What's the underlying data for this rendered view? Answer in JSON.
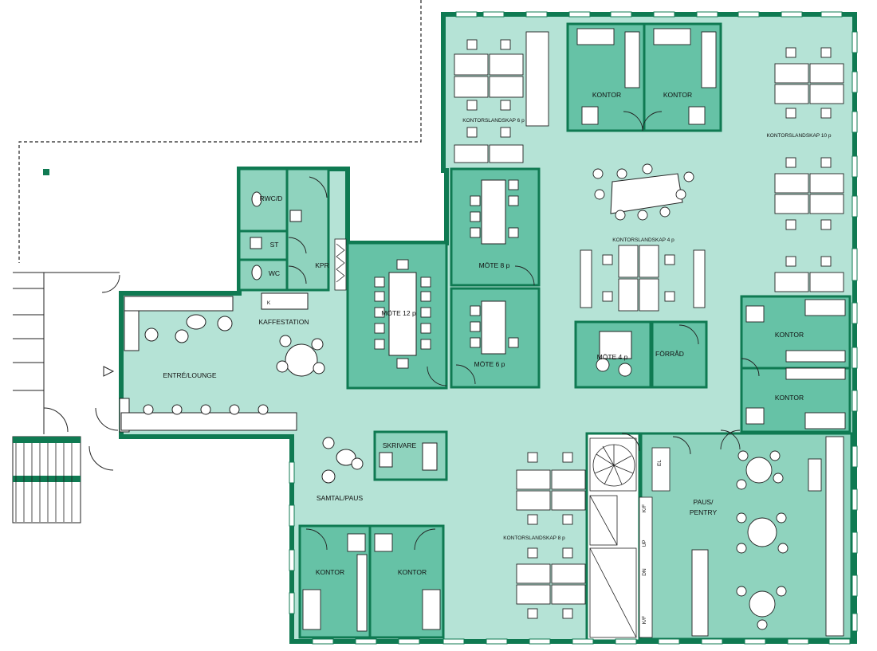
{
  "colors": {
    "floor": "#b5e3d6",
    "room_dark": "#66c2a6",
    "room_mid": "#8fd3be",
    "wall": "#0f7a52",
    "furniture": "#ffffff",
    "line": "#1a1a1a"
  },
  "labels": {
    "rwcd": "RWC/D",
    "st": "ST",
    "wc": "WC",
    "kpr": "KPR",
    "kaffestation": "KAFFESTATION",
    "k": "K",
    "entre_lounge": "ENTRÉ/LOUNGE",
    "mote12": "MÖTE 12 p",
    "mote8": "MÖTE 8 p",
    "mote6": "MÖTE 6 p",
    "mote4": "MÖTE 4 p",
    "forrad": "FÖRRÅD",
    "kontorslandskap6": "KONTORSLANDSKAP 6 p",
    "kontorslandskap10": "KONTORSLANDSKAP 10 p",
    "kontorslandskap4": "KONTORSLANDSKAP 4 p",
    "kontorslandskap8": "KONTORSLANDSKAP 8 p",
    "kontor": "KONTOR",
    "skrivare": "SKRIVARE",
    "samtal_paus": "SAMTAL/PAUS",
    "paus": "PAUS/",
    "pentry": "PENTRY",
    "el": "EL",
    "kf": "K/F",
    "up": "UP",
    "dn": "DN"
  }
}
